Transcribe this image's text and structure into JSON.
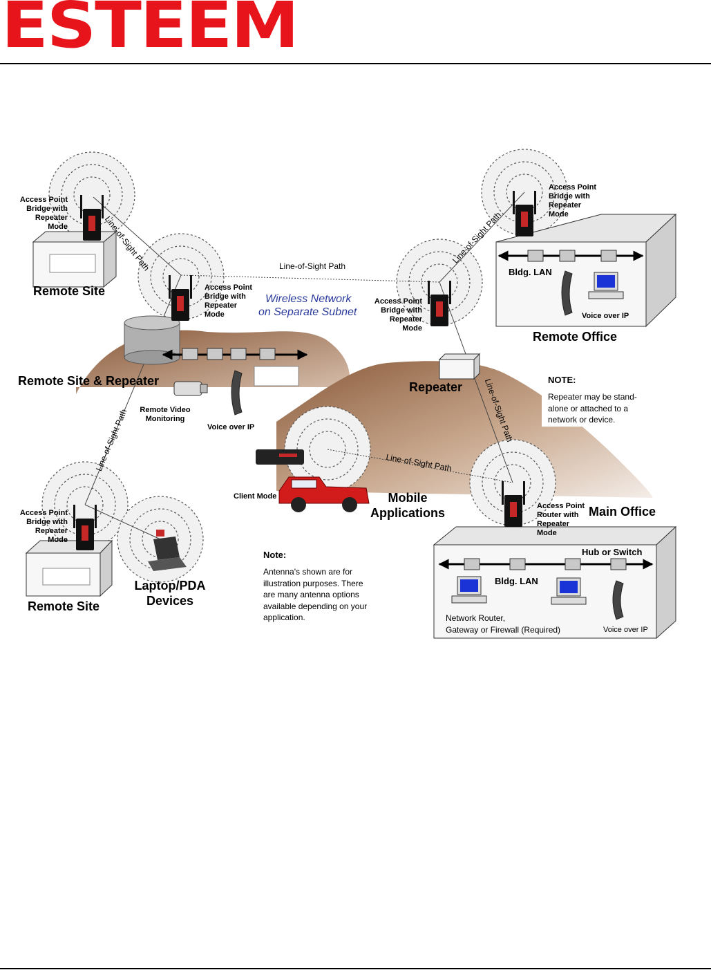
{
  "logo": {
    "text": "ESTEEM",
    "color": "#e8141b"
  },
  "diagram": {
    "paths": {
      "los_top_left": "Line-of-Sight Path",
      "los_top_mid": "Line-of-Sight Path",
      "los_top_right": "Line-of-Sight Path",
      "los_right": "Line-of-Sight Path",
      "los_left": "Line-of-Sight Path",
      "los_mobile": "Line-of-Sight Path"
    },
    "subnet": {
      "line1": "Wireless Network",
      "line2": "on Separate Subnet",
      "color": "#2b3b9c"
    },
    "radios": {
      "remote_site_top": "Access Point\nBridge with\nRepeater Mode",
      "remote_site_repeater": "Access Point\nBridge with\nRepeater\nMode",
      "remote_office": "Access Point\nBridge with\nRepeater\nMode",
      "repeater": "Access Point\nBridge with\nRepeater\nMode",
      "main_office": "Access Point\nRouter with\nRepeater\nMode",
      "remote_site_bottom": "Access Point\nBridge with\nRepeater Mode"
    },
    "sites": {
      "remote_site_top": "Remote Site",
      "remote_office": "Remote Office",
      "remote_site_repeater": "Remote Site & Repeater",
      "repeater": "Repeater",
      "mobile": "Mobile\nApplications",
      "main_office": "Main Office",
      "laptop": "Laptop/PDA\nDevices",
      "remote_site_bottom": "Remote Site"
    },
    "misc": {
      "bldg_lan_top": "Bldg. LAN",
      "voip_office": "Voice over IP",
      "voip_repeater": "Voice over IP",
      "video": "Remote Video\nMonitoring",
      "client_mode": "Client Mode",
      "hub_switch": "Hub or Switch",
      "bldg_lan_main": "Bldg. LAN",
      "router_note": "Network Router,\nGateway or Firewall (Required)",
      "voip_main": "Voice over IP"
    },
    "notes": {
      "repeater_heading": "NOTE:",
      "repeater_body": "Repeater may be stand-\nalone or attached to a\nnetwork or device.",
      "antenna_heading": "Note:",
      "antenna_body": "Antenna's shown are for\nillustration purposes.  There\nare many antenna options\navailable depending on your\napplication."
    }
  }
}
